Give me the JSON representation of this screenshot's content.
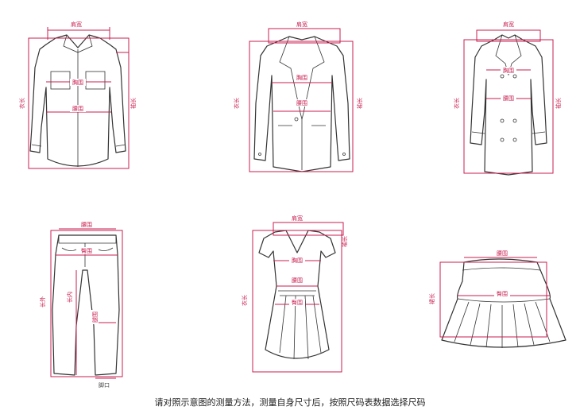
{
  "caption": "请对照示意图的测量方法，测量自身尺寸后，按照尺码表数据选择尺码",
  "colors": {
    "measure": "#c81e50",
    "outline": "#333333"
  },
  "shirt": {
    "shoulder": "肩宽",
    "chest": "胸围",
    "waist": "腰围",
    "length": "衣长",
    "sleeve": "袖长"
  },
  "blazer": {
    "shoulder": "肩宽",
    "chest": "胸围",
    "waist": "腰围",
    "length": "衣长",
    "sleeve": "袖长"
  },
  "coat": {
    "shoulder": "肩宽",
    "chest": "胸围",
    "waist": "腰围",
    "length": "衣长",
    "sleeve": "袖长"
  },
  "pants": {
    "waist": "腰围",
    "hip": "臀围",
    "outseam": "长外",
    "inseam": "长内",
    "thigh": "腿围",
    "hem": "脚口"
  },
  "dress": {
    "shoulder": "肩宽",
    "sleeve": "袖长",
    "chest": "胸围",
    "waist": "腰围",
    "hip": "臀围",
    "length": "衣长"
  },
  "skirt": {
    "waist": "腰围",
    "hip": "臀围",
    "length": "裙长"
  }
}
